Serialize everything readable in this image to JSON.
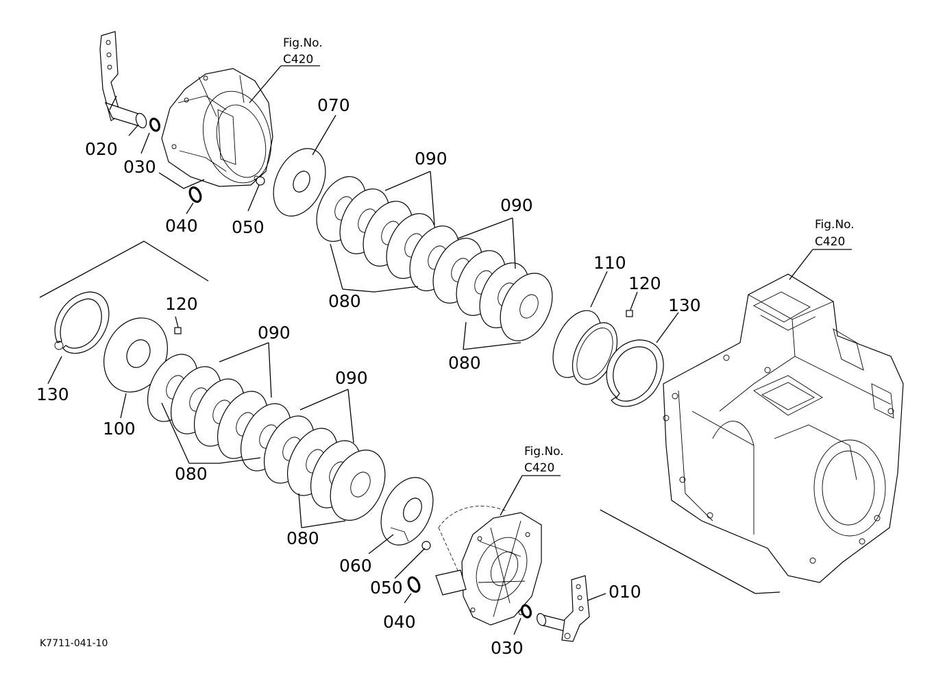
{
  "callouts": {
    "fig_top": {
      "fig": "Fig.No.",
      "code": "C420"
    },
    "fig_right": {
      "fig": "Fig.No.",
      "code": "C420"
    },
    "fig_bottom": {
      "fig": "Fig.No.",
      "code": "C420"
    },
    "p020": "020",
    "p030_top": "030",
    "p040_top": "040",
    "p050_top": "050",
    "p070": "070",
    "p090_a": "090",
    "p090_b": "090",
    "p080_a": "080",
    "p080_b": "080",
    "p110": "110",
    "p120_right": "120",
    "p130_right": "130",
    "p120_left": "120",
    "p130_left": "130",
    "p100": "100",
    "p090_c": "090",
    "p090_d": "090",
    "p080_c": "080",
    "p080_d": "080",
    "p060": "060",
    "p050_bottom": "050",
    "p040_bottom": "040",
    "p030_bottom": "030",
    "p010": "010"
  },
  "reference_code": "K7711-041-10"
}
